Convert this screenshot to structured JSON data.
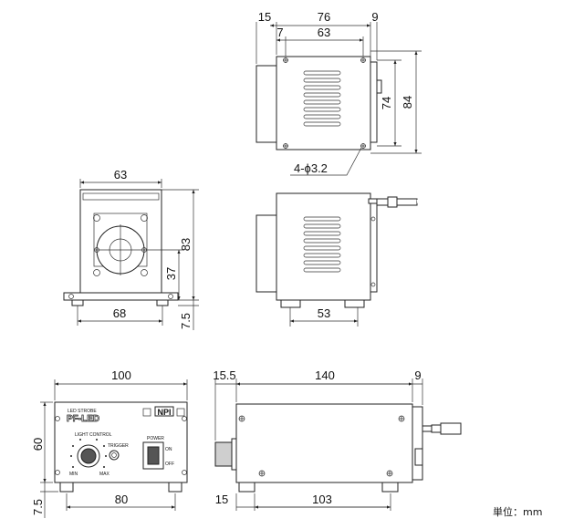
{
  "top_view": {
    "dims": {
      "d15": "15",
      "d76": "76",
      "d9": "9",
      "d7": "7",
      "d63": "63",
      "d74": "74",
      "d84": "84"
    },
    "hole_note": "4-ϕ3.2"
  },
  "front_view": {
    "dims": {
      "d63": "63",
      "d83": "83",
      "d37": "37",
      "d68": "68",
      "d7_5": "7.5"
    }
  },
  "side_small_view": {
    "dims": {
      "d53": "53"
    }
  },
  "panel_view": {
    "dims": {
      "d100": "100",
      "d60": "60",
      "d7_5": "7.5",
      "d80": "80"
    },
    "brand": "LED STROBE",
    "model": "PF-LED",
    "logo": "NPI",
    "labels": {
      "light_control": "LIGHT CONTROL",
      "min": "MIN",
      "max": "MAX",
      "trigger": "TRIGGER",
      "power": "POWER",
      "on": "ON",
      "off": "OFF"
    }
  },
  "long_side_view": {
    "dims": {
      "d15_5": "15.5",
      "d140": "140",
      "d9": "9",
      "d15": "15",
      "d103": "103"
    }
  },
  "unit_label": "単位：mm"
}
